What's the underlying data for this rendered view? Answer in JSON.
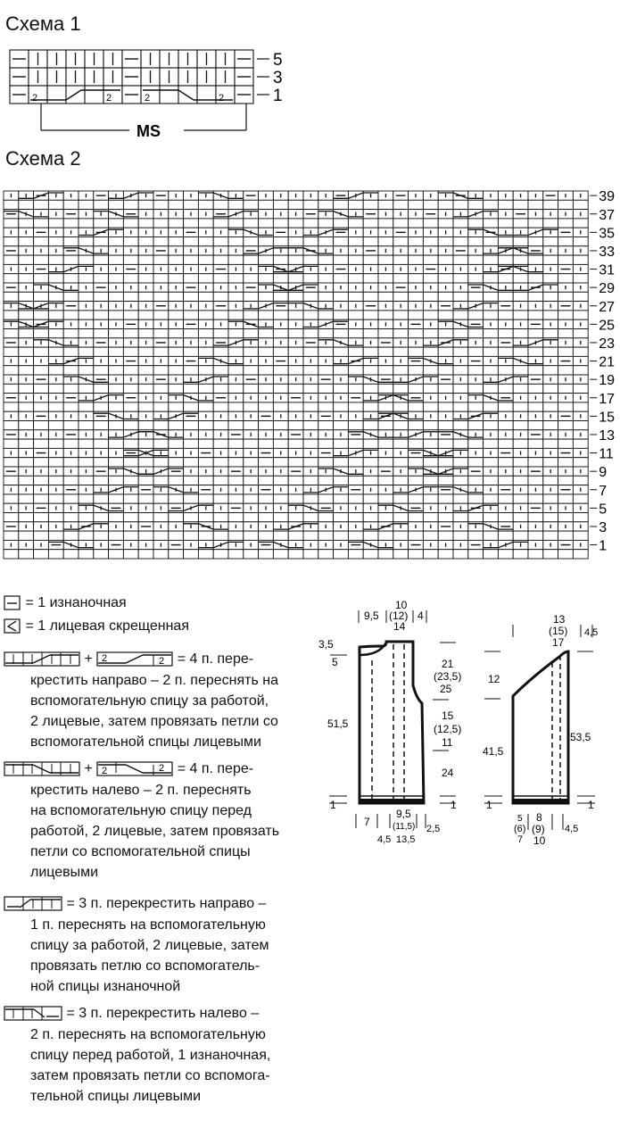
{
  "scheme1": {
    "title": "Схема 1",
    "rows": [
      {
        "label": "5",
        "cells": "-|||||-|||||-"
      },
      {
        "label": "3",
        "cells": "-|||||-|||||-"
      },
      {
        "label": "1",
        "cells": "-CCCCC-DDDDD-"
      }
    ],
    "repeat_label": "MS"
  },
  "scheme2": {
    "title": "Схема 2",
    "row_labels": [
      "39",
      "37",
      "35",
      "33",
      "31",
      "29",
      "27",
      "25",
      "23",
      "21",
      "19",
      "17",
      "15",
      "13",
      "11",
      "9",
      "7",
      "5",
      "3",
      "1"
    ]
  },
  "legend": {
    "purl": "= 1 изнаночная",
    "twisted": "= 1 лицевая скрещенная",
    "plus": "+",
    "cross4_right_lines": [
      "= 4 п. пере-",
      "крестить направо – 2 п. переснять на",
      "вспомогательную спицу за работой,",
      "2 лицевые, затем провязать петли со",
      "вспомогательной спицы лицевыми"
    ],
    "cross4_left_lines": [
      "= 4 п. пере-",
      "крестить налево – 2 п. переснять",
      "на вспомогательную спицу перед",
      "работой, 2 лицевые, затем провязать",
      "петли со вспомогательной спицы",
      "лицевыми"
    ],
    "cross3_right_lines": [
      "= 3 п. перекрестить направо –",
      "1 п. переснять на вспомогательную",
      "спицу за работой, 2 лицевые, затем",
      "провязать петлю со вспомогатель-",
      "ной спицы изнаночной"
    ],
    "cross3_left_lines": [
      "= 3 п. перекрестить налево –",
      "2 п. переснять на вспомогательную",
      "спицу перед работой, 1 изнаночная,",
      "затем провязать петли со вспомога-",
      "тельной спицы лицевыми"
    ],
    "small_num": "2"
  },
  "body_pattern": {
    "top_width": "10",
    "top_width_mid": "(12)",
    "top_width_bot": "14",
    "top_left": "9,5",
    "top_right": "4",
    "neck_depth_top": "3,5",
    "neck_depth_bot": "5",
    "armhole_1": "21",
    "armhole_2": "(23,5)",
    "armhole_3": "25",
    "side_1": "15",
    "side_2": "(12,5)",
    "side_3": "11",
    "total_height": "51,5",
    "lower": "24",
    "rib_left": "1",
    "rib_right": "1",
    "bot_left": "7",
    "bot_mid_1": "9,5",
    "bot_mid_2": "(11,5)",
    "bot_mid_3": "13,5",
    "bot_small_left": "4,5",
    "bot_small_right": "2,5"
  },
  "sleeve_pattern": {
    "top_1": "13",
    "top_2": "(15)",
    "top_3": "17",
    "top_right": "4,5",
    "cap_height": "12",
    "left_height": "41,5",
    "right_height": "53,5",
    "rib_left": "1",
    "rib_right": "1",
    "bot_a1": "5",
    "bot_a2": "(6)",
    "bot_a3": "7",
    "bot_b1": "8",
    "bot_b2": "(9)",
    "bot_b3": "10",
    "bot_c": "4,5"
  }
}
